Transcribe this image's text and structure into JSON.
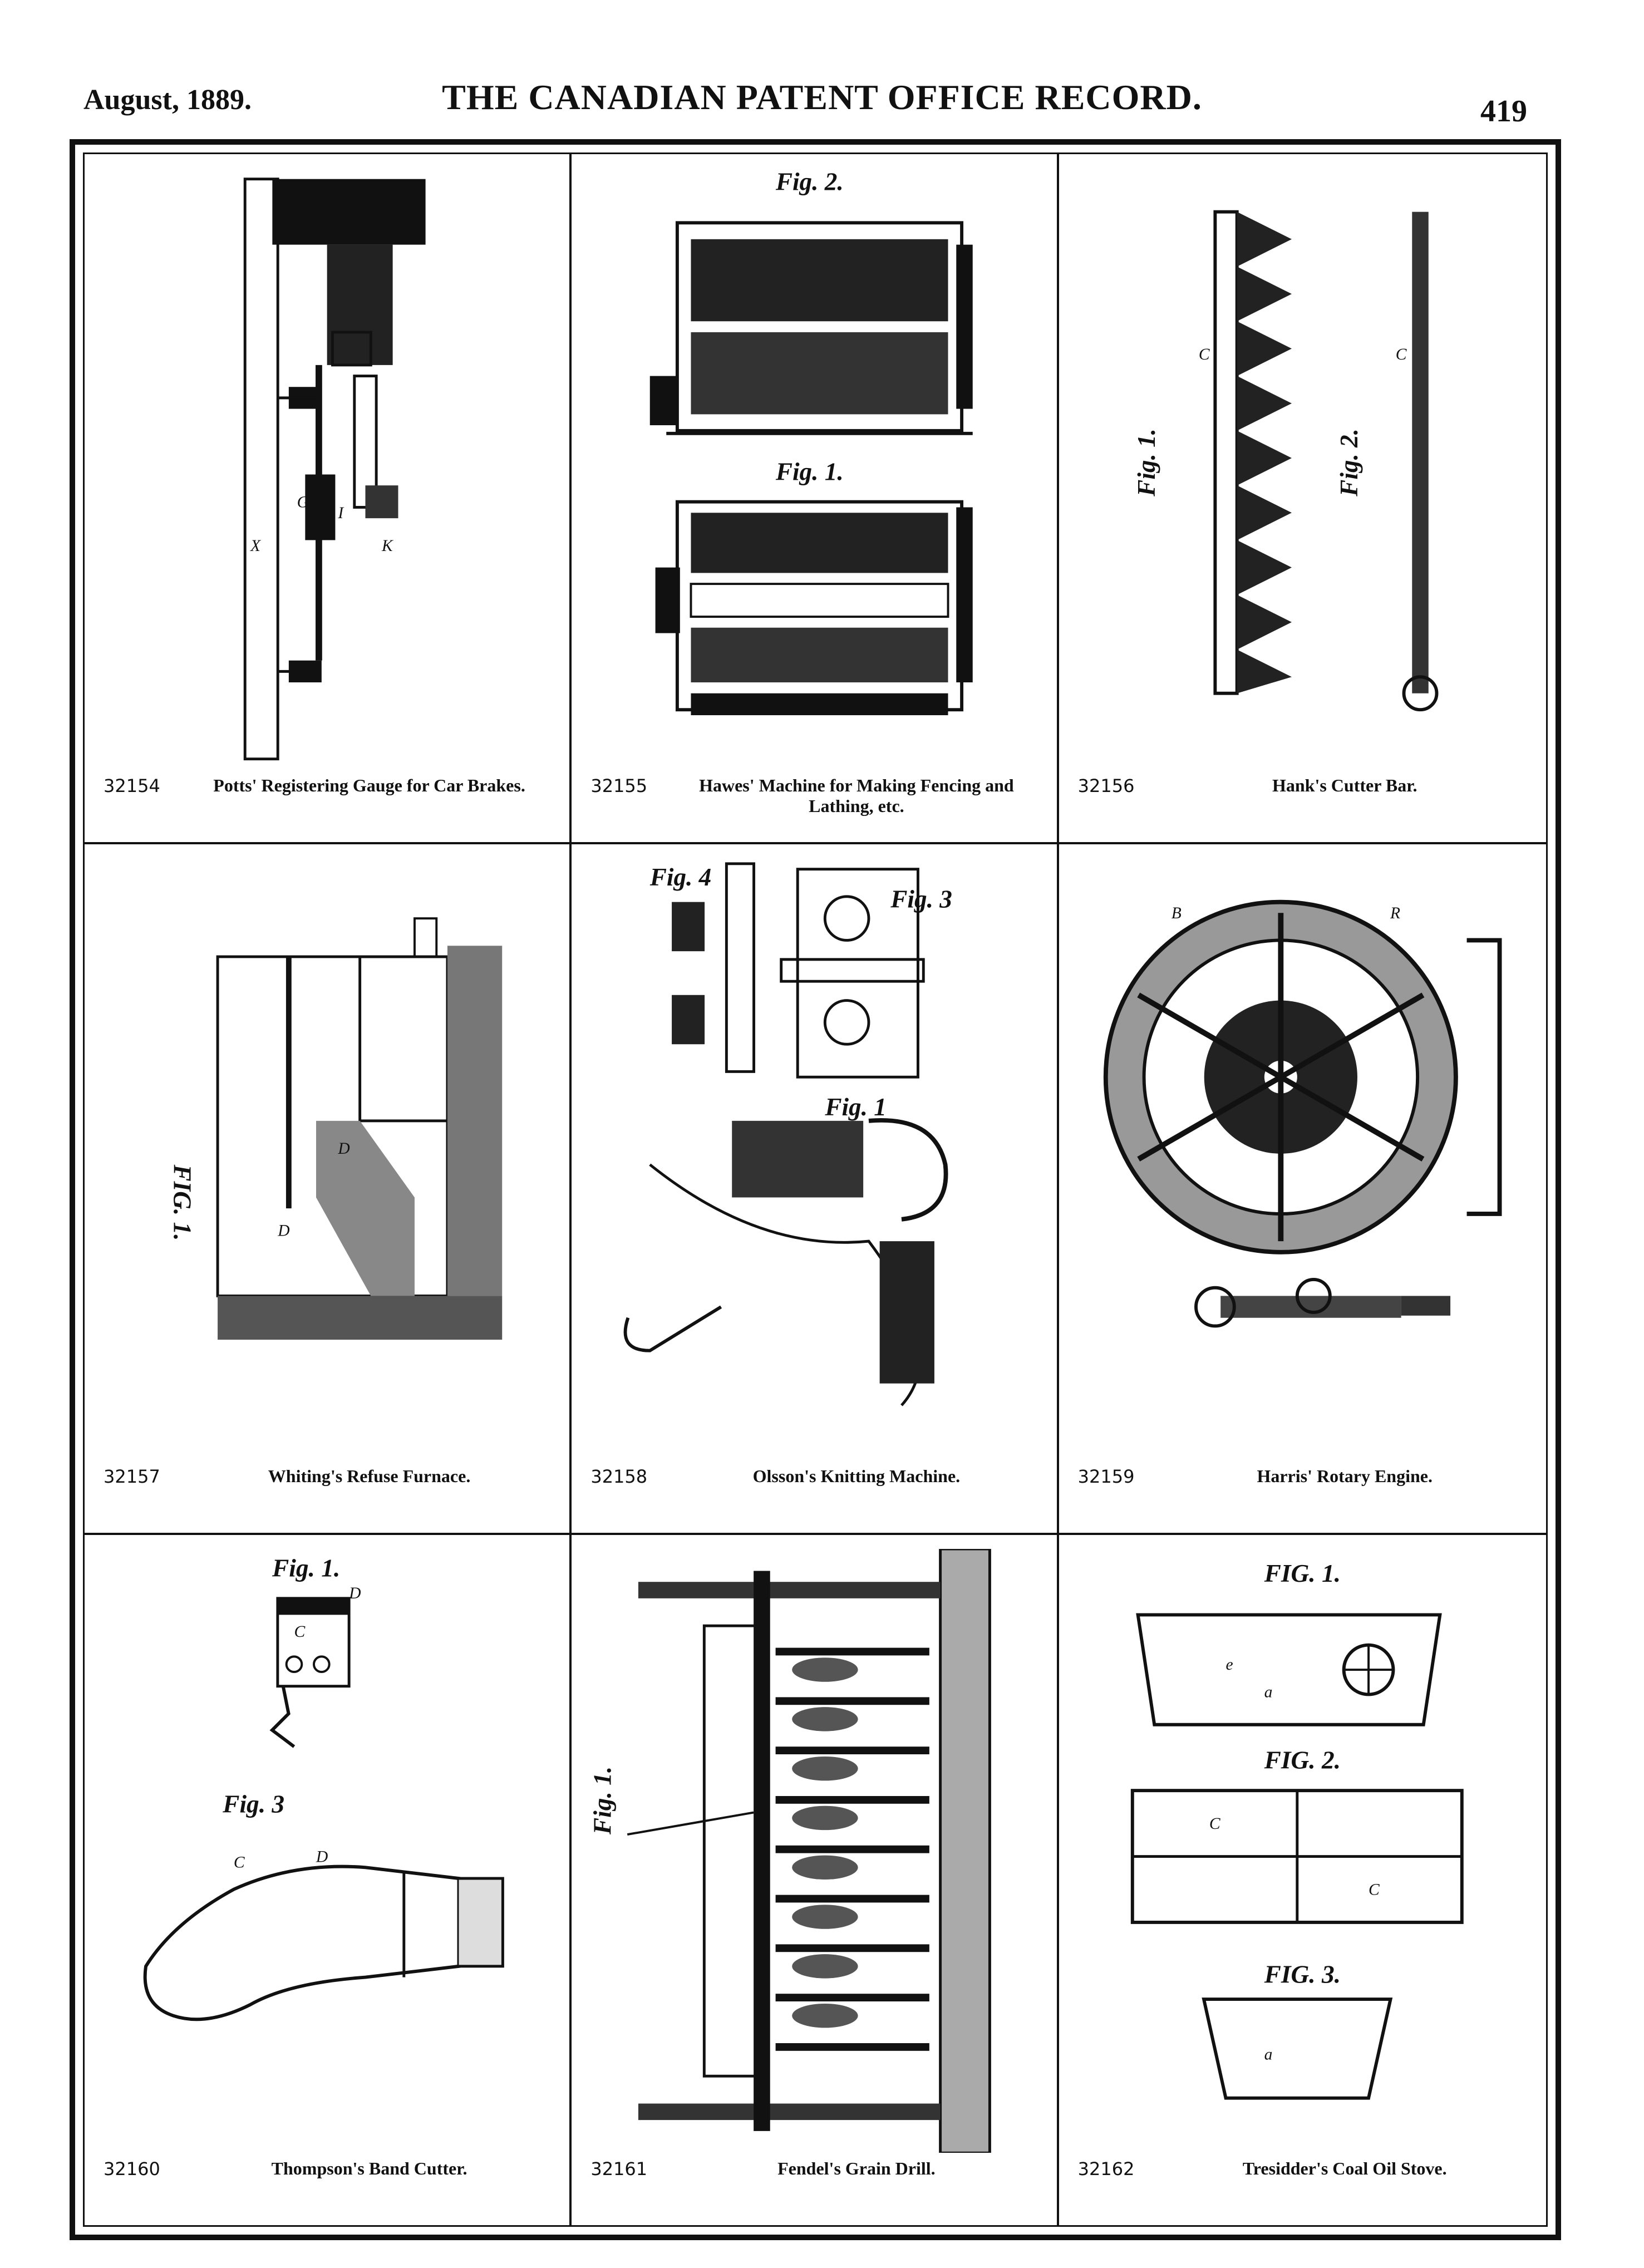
{
  "header": {
    "date": "August, 1889.",
    "title": "THE CANADIAN PATENT OFFICE RECORD.",
    "page_number": "419"
  },
  "patents": [
    {
      "number": "32154",
      "title": "Potts' Registering Gauge for Car Brakes."
    },
    {
      "number": "32155",
      "title": "Hawes' Machine for Making Fencing and Lathing, etc."
    },
    {
      "number": "32156",
      "title": "Hank's Cutter Bar."
    },
    {
      "number": "32157",
      "title": "Whiting's Refuse Furnace."
    },
    {
      "number": "32158",
      "title": "Olsson's Knitting Machine."
    },
    {
      "number": "32159",
      "title": "Harris' Rotary Engine."
    },
    {
      "number": "32160",
      "title": "Thompson's Band Cutter."
    },
    {
      "number": "32161",
      "title": "Fendel's Grain Drill."
    },
    {
      "number": "32162",
      "title": "Tresidder's Coal Oil Stove."
    }
  ],
  "figure_labels": {
    "hawes": [
      "Fig. 2.",
      "Fig. 1."
    ],
    "hank": [
      "Fig. 1.",
      "Fig. 2."
    ],
    "whiting": [
      "FIG. 1."
    ],
    "olsson": [
      "Fig. 4",
      "Fig. 3",
      "Fig. 1"
    ],
    "thompson": [
      "Fig. 1.",
      "Fig. 3"
    ],
    "fendel": [
      "Fig. 1."
    ],
    "tresidder": [
      "FIG. 1.",
      "FIG. 2.",
      "FIG. 3."
    ]
  }
}
